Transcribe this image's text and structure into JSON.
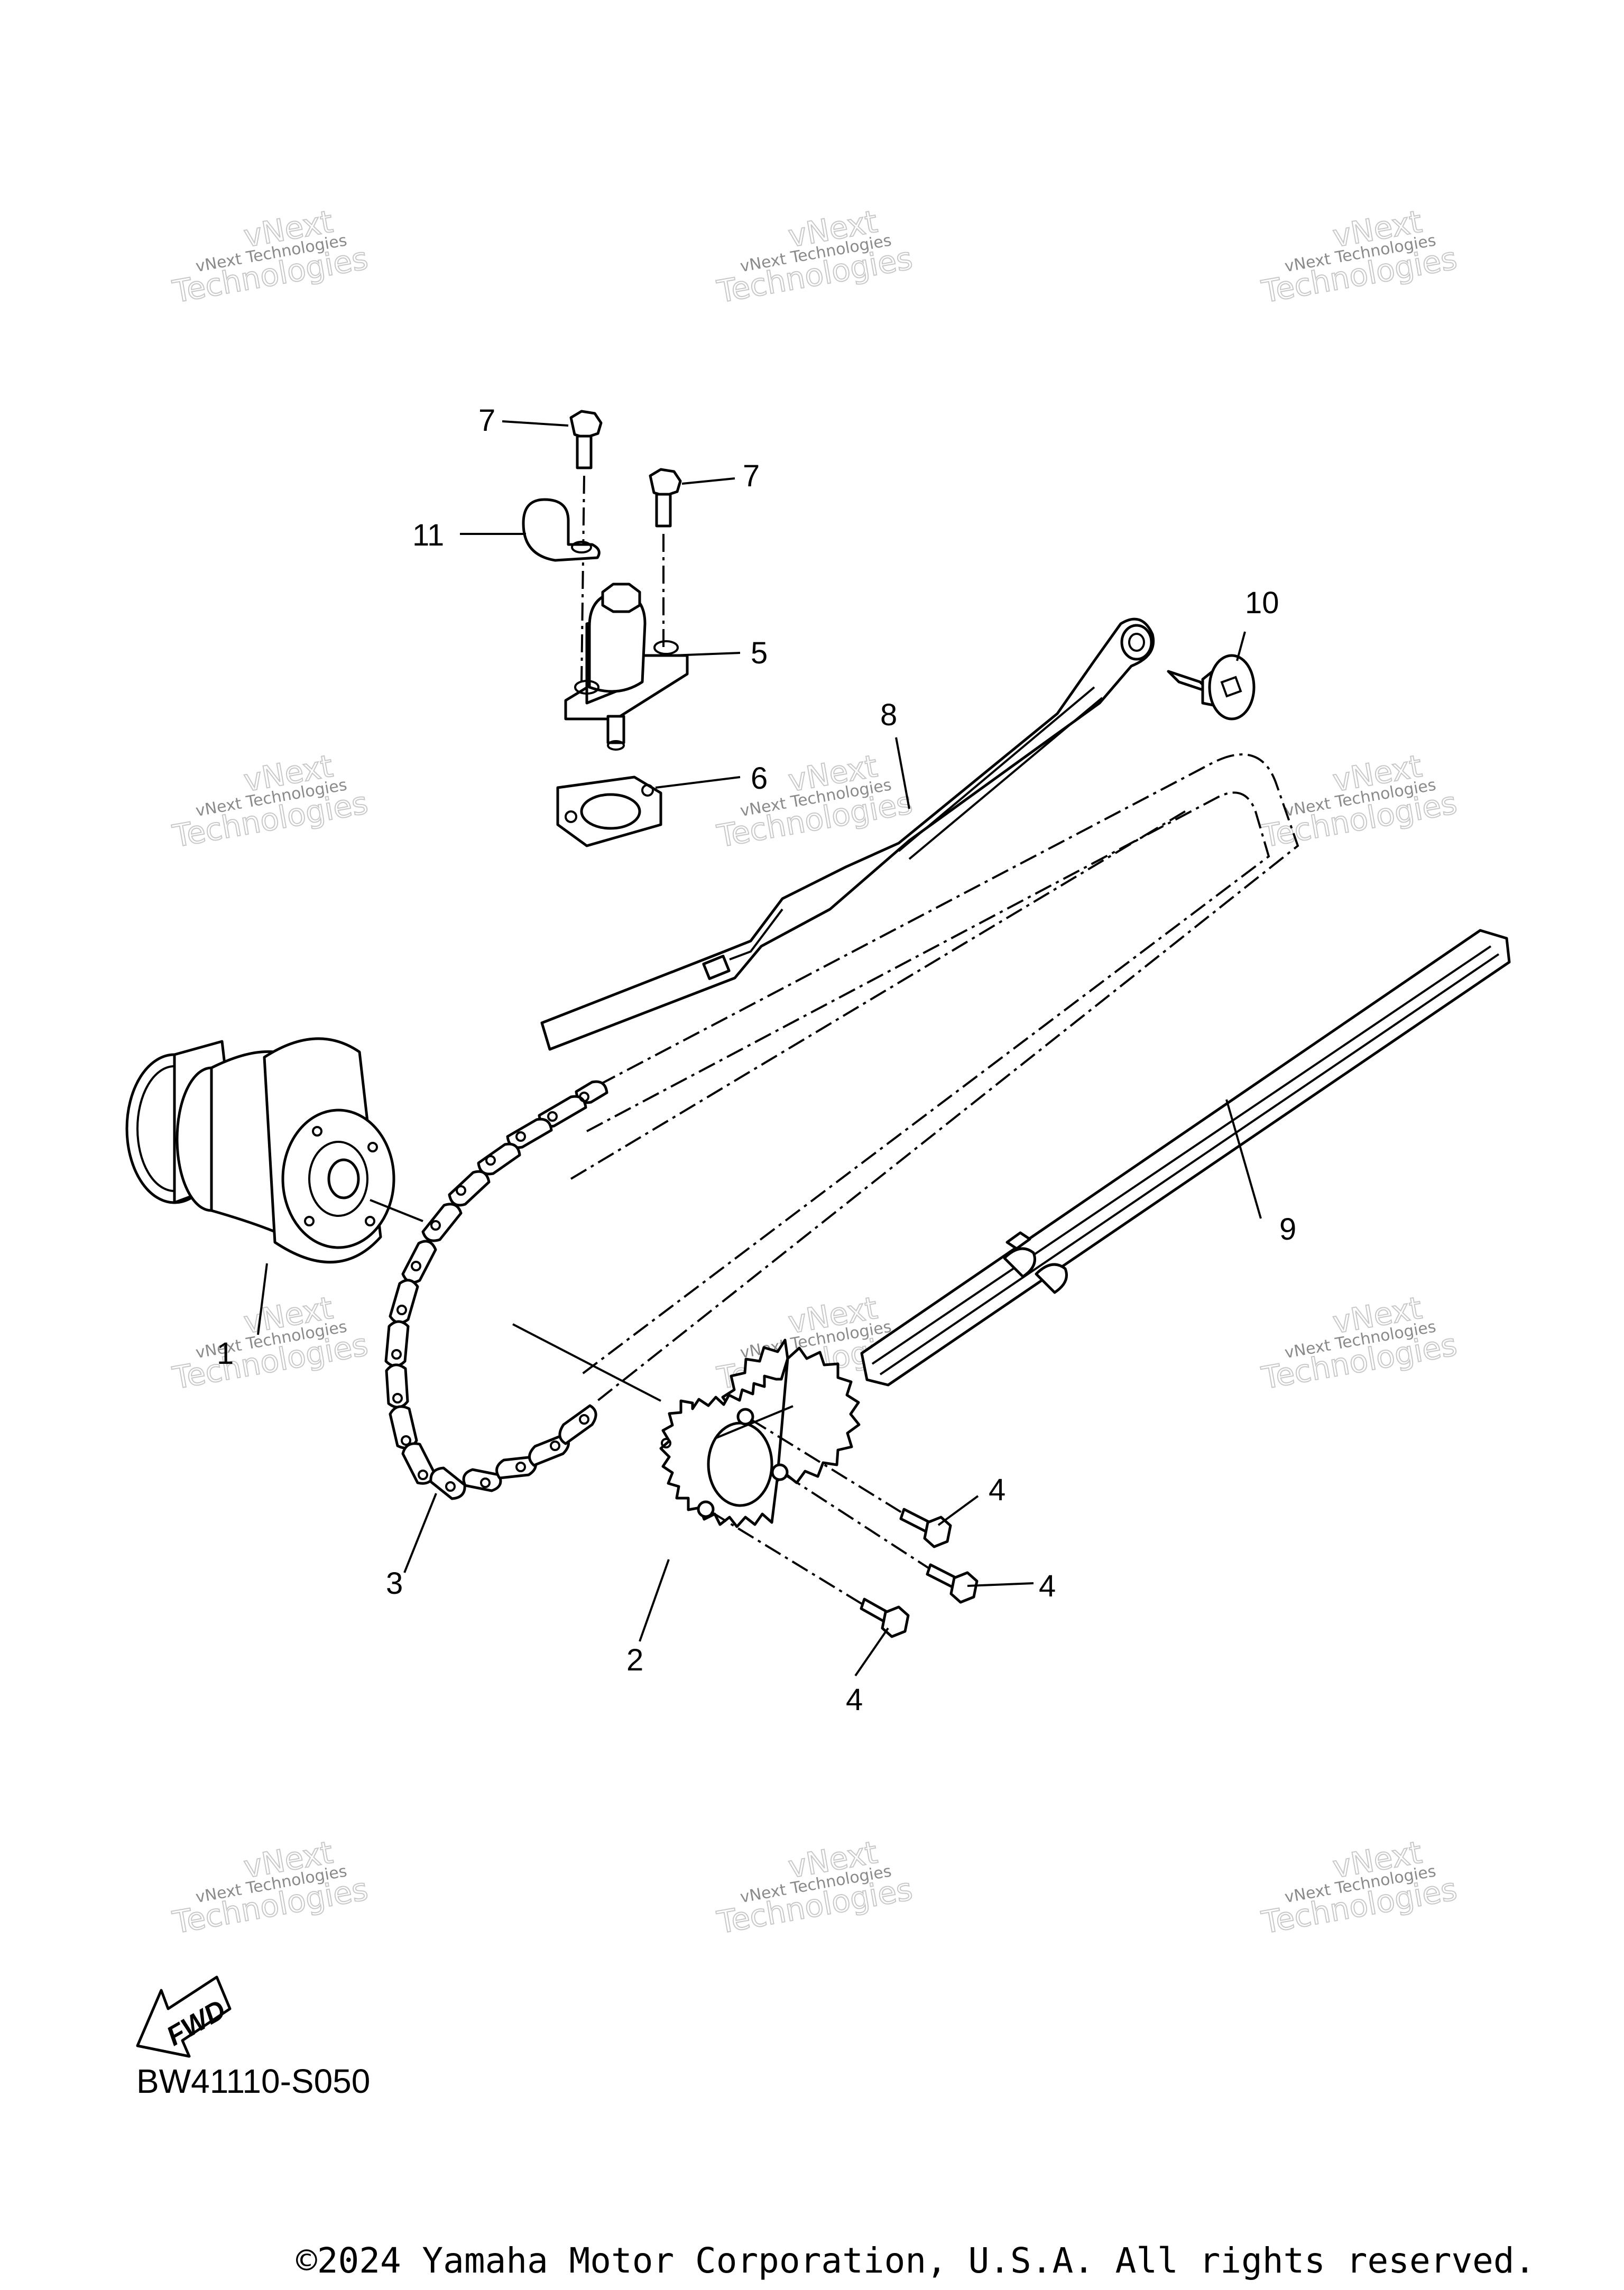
{
  "callouts": [
    {
      "id": "1",
      "label": "1"
    },
    {
      "id": "2",
      "label": "2"
    },
    {
      "id": "3",
      "label": "3"
    },
    {
      "id": "4a",
      "label": "4"
    },
    {
      "id": "4b",
      "label": "4"
    },
    {
      "id": "4c",
      "label": "4"
    },
    {
      "id": "5",
      "label": "5"
    },
    {
      "id": "6",
      "label": "6"
    },
    {
      "id": "7a",
      "label": "7"
    },
    {
      "id": "7b",
      "label": "7"
    },
    {
      "id": "8",
      "label": "8"
    },
    {
      "id": "9",
      "label": "9"
    },
    {
      "id": "10",
      "label": "10"
    },
    {
      "id": "11",
      "label": "11"
    }
  ],
  "watermark": {
    "line1": "vNext Technologies",
    "line2": "Technologies",
    "line3": "vNext"
  },
  "fwd_label": "FWD",
  "diagram_code": "BW41110-S050",
  "copyright": "©2024 Yamaha Motor Corporation, U.S.A. All rights reserved."
}
